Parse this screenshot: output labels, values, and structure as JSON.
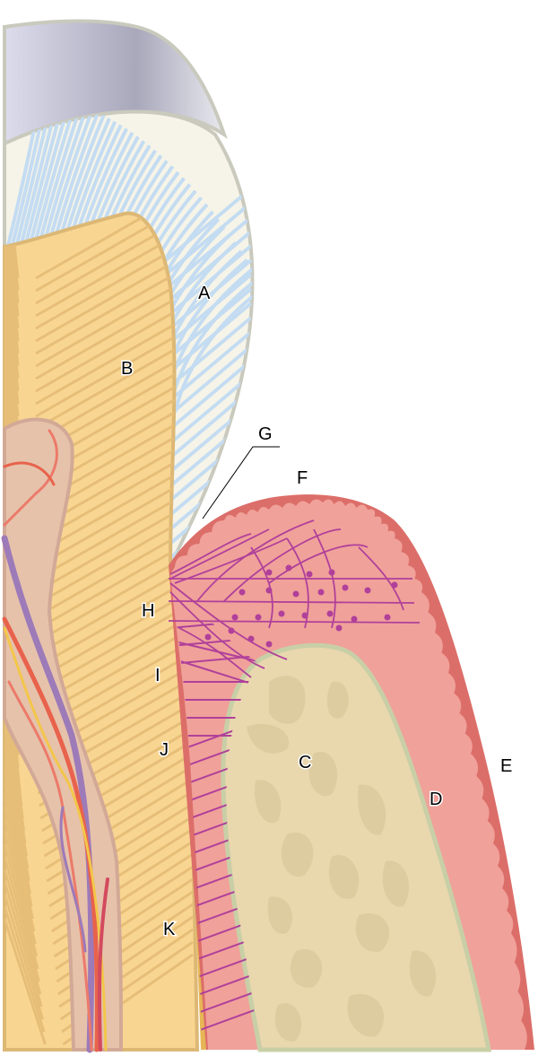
{
  "title": "Periodontium anatomy diagram",
  "labels": {
    "A": "A",
    "B": "B",
    "C": "C",
    "D": "D",
    "E": "E",
    "F": "F",
    "G": "G",
    "H": "H",
    "I": "I",
    "J": "J",
    "K": "K"
  },
  "colors": {
    "enamel": "#f6f4e8",
    "enamel_rods": "#c4dcf2",
    "dentin": "#f9d592",
    "pulp": "#e6c2ab",
    "gingiva_outer": "#dc6e69",
    "gingiva_inner": "#f0a19a",
    "bone": "#e9d7ae",
    "bone_outline": "#c8cfa6",
    "fibers": "#b0409a"
  }
}
